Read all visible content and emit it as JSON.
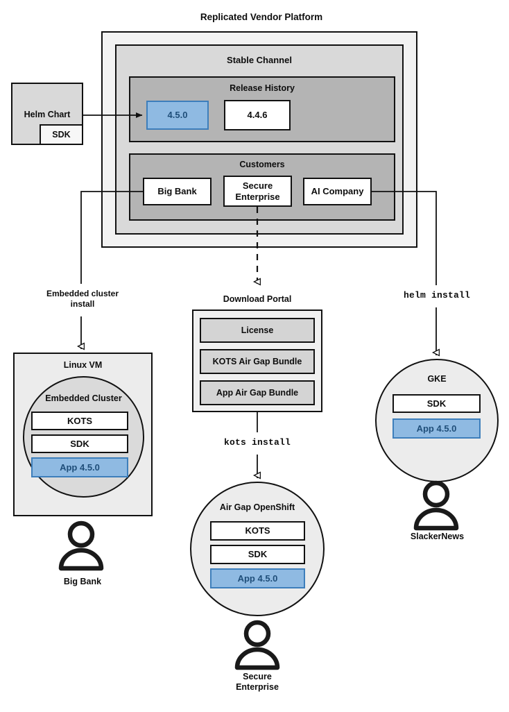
{
  "title": "Replicated Vendor Platform",
  "platform": {
    "channel_title": "Stable Channel",
    "release_history": {
      "title": "Release History",
      "releases": [
        {
          "version": "4.5.0",
          "highlighted": true
        },
        {
          "version": "4.4.6",
          "highlighted": false
        }
      ]
    },
    "customers": {
      "title": "Customers",
      "items": [
        "Big Bank",
        "Secure Enterprise",
        "AI Company"
      ]
    }
  },
  "helm_chart": {
    "title": "Helm Chart",
    "sdk_label": "SDK"
  },
  "connectors": {
    "embedded_install": "Embedded cluster\ninstall",
    "embedded_install_line1": "Embedded cluster",
    "embedded_install_line2": "install",
    "kots_install": "kots install",
    "helm_install": "helm install"
  },
  "download_portal": {
    "title": "Download Portal",
    "items": [
      "License",
      "KOTS Air Gap Bundle",
      "App Air Gap Bundle"
    ]
  },
  "linux_vm": {
    "title": "Linux VM",
    "cluster_title": "Embedded Cluster",
    "components": [
      {
        "label": "KOTS",
        "highlighted": false
      },
      {
        "label": "SDK",
        "highlighted": false
      },
      {
        "label": "App 4.5.0",
        "highlighted": true
      }
    ],
    "persona": "Big Bank"
  },
  "openshift": {
    "title": "Air Gap OpenShift",
    "components": [
      {
        "label": "KOTS",
        "highlighted": false
      },
      {
        "label": "SDK",
        "highlighted": false
      },
      {
        "label": "App 4.5.0",
        "highlighted": true
      }
    ],
    "persona_line1": "Secure",
    "persona_line2": "Enterprise"
  },
  "gke": {
    "title": "GKE",
    "components": [
      {
        "label": "SDK",
        "highlighted": false
      },
      {
        "label": "App 4.5.0",
        "highlighted": true
      }
    ],
    "persona": "SlackerNews"
  },
  "colors": {
    "accent_fill": "#8fbae2",
    "accent_border": "#3d7ebb",
    "accent_text": "#1f4e79",
    "outer_frame": "#f2f2f2",
    "mid_frame": "#d9d9d9",
    "inner_frame": "#b4b4b4",
    "portal_frame": "#f0f0f0",
    "portal_item": "#d4d4d4",
    "vm_fill": "#ececec",
    "circle_fill": "#ececec",
    "stroke": "#111111"
  },
  "icons": {
    "person": "person-icon",
    "arrow": "arrow-icon"
  }
}
